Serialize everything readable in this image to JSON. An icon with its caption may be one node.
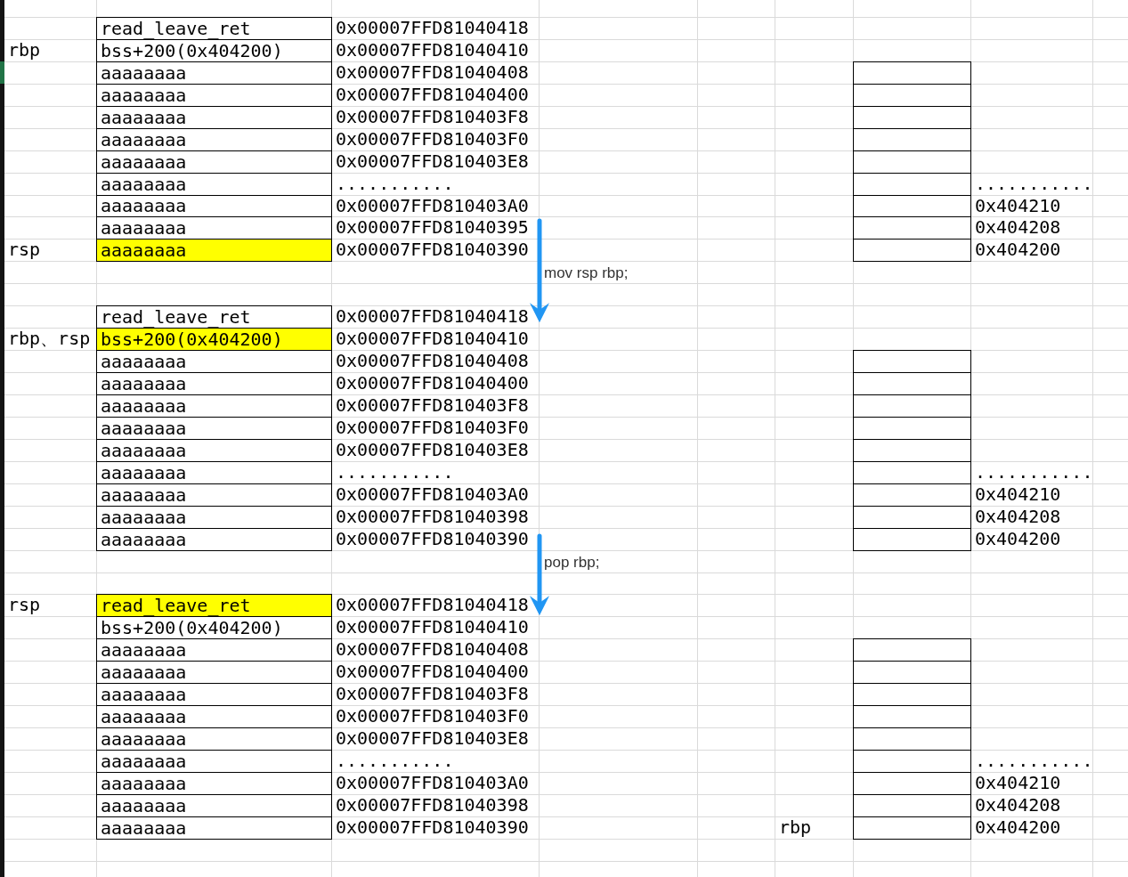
{
  "diagram": {
    "nodes": [
      {
        "text": [
          "read_leave_ret"
        ]
      },
      {
        "text": [
          "bss+200(0x404200)"
        ]
      },
      {
        "text": [
          "aaaaaaaa"
        ]
      },
      {
        "text": [],
        "shape": "box"
      },
      {
        "text": [
          "aaaaaaaa"
        ]
      },
      {
        "text": [],
        "shape": "box"
      },
      {
        "text": [
          "aaaaaaaa"
        ]
      },
      {
        "text": [],
        "shape": "box"
      },
      {
        "text": [
          "aaaaaaaa"
        ]
      },
      {
        "text": [],
        "shape": "box"
      },
      {
        "text": [
          "aaaaaaaa"
        ]
      },
      {
        "text": [],
        "shape": "box"
      },
      {
        "text": [
          "aaaaaaaa"
        ]
      },
      {
        "text": [],
        "shape": "box"
      },
      {
        "text": [
          "aaaaaaaa"
        ]
      },
      {
        "text": [],
        "shape": "box"
      },
      {
        "text": [
          "aaaaaaaa"
        ]
      },
      {
        "text": [
          "0x00007FFD81040395"
        ]
      },
      {
        "text": [],
        "shape": "box"
      },
      {
        "text": [
          "aaaaaaaa"
        ]
      },
      {
        "text": [],
        "shape": "box"
      },
      {
        "text": [
          "read_leave_ret"
        ]
      },
      {
        "text": [
          "0x00007FFD81040418"
        ]
      },
      {
        "text": [
          "bss+200(0x404200)"
        ]
      },
      {
        "text": [
          "aaaaaaaa"
        ]
      },
      {
        "text": [],
        "shape": "box"
      },
      {
        "text": [
          "aaaaaaaa"
        ]
      },
      {
        "text": [],
        "shape": "box"
      },
      {
        "text": [
          "aaaaaaaa"
        ]
      },
      {
        "text": [],
        "shape": "box"
      },
      {
        "text": [
          "aaaaaaaa"
        ]
      },
      {
        "text": [],
        "shape": "box"
      },
      {
        "text": [
          "aaaaaaaa"
        ]
      },
      {
        "text": [],
        "shape": "box"
      },
      {
        "text": [
          "aaaaaaaa"
        ]
      },
      {
        "text": [],
        "shape": "box"
      },
      {
        "text": [
          "aaaaaaaa"
        ]
      },
      {
        "text": [],
        "shape": "box"
      },
      {
        "text": [
          "aaaaaaaa"
        ]
      },
      {
        "text": [],
        "shape": "box"
      },
      {
        "text": [
          "aaaaaaaa"
        ]
      },
      {
        "text": [
          "0x00007FFD81040390"
        ]
      },
      {
        "text": [],
        "shape": "box"
      },
      {
        "text": [
          "read_leave_ret"
        ]
      },
      {
        "text": [
          "0x00007FFD81040418"
        ]
      },
      {
        "text": [
          "bss+200(0x404200)"
        ]
      },
      {
        "text": [
          "aaaaaaaa"
        ]
      },
      {
        "text": [],
        "shape": "box"
      },
      {
        "text": [
          "aaaaaaaa"
        ]
      },
      {
        "text": [],
        "shape": "box"
      },
      {
        "text": [
          "aaaaaaaa"
        ]
      },
      {
        "text": [],
        "shape": "box"
      },
      {
        "text": [
          "aaaaaaaa"
        ]
      },
      {
        "text": [],
        "shape": "box"
      },
      {
        "text": [
          "aaaaaaaa"
        ]
      },
      {
        "text": [],
        "shape": "box"
      },
      {
        "text": [
          "aaaaaaaa"
        ]
      },
      {
        "text": [],
        "shape": "box"
      },
      {
        "text": [
          "aaaaaaaa"
        ]
      },
      {
        "text": [],
        "shape": "box"
      },
      {
        "text": [
          "aaaaaaaa"
        ]
      },
      {
        "text": [],
        "shape": "box"
      },
      {
        "text": [
          "aaaaaaaa"
        ]
      },
      {
        "text": [],
        "shape": "box"
      }
    ],
    "edges": [
      {
        "from": 17,
        "to": 22,
        "arrow": "to",
        "label": "mov rsp rbp;"
      },
      {
        "from": 41,
        "to": 44,
        "arrow": "to",
        "label": "pop rbp;"
      }
    ],
    "labels": [
      "0x00007FFD81040418",
      "rbp",
      "0x00007FFD81040410",
      "0x00007FFD81040408",
      "0x00007FFD81040400",
      "0x00007FFD810403F8",
      "0x00007FFD810403F0",
      "0x00007FFD810403E8",
      "...........",
      "...........",
      "0x00007FFD810403A0",
      "0x404210",
      "0x404208",
      "rsp",
      "0x00007FFD81040390",
      "0x404200",
      "rbp、rsp",
      "0x00007FFD81040410",
      "0x00007FFD81040408",
      "0x00007FFD81040400",
      "0x00007FFD810403F8",
      "0x00007FFD810403F0",
      "0x00007FFD810403E8",
      "...........",
      "...........",
      "0x00007FFD810403A0",
      "0x404210",
      "0x00007FFD81040398",
      "0x404208",
      "0x404200",
      "rsp",
      "0x00007FFD81040410",
      "0x00007FFD81040408",
      "0x00007FFD81040400",
      "0x00007FFD810403F8",
      "0x00007FFD810403F0",
      "0x00007FFD810403E8",
      "...........",
      "...........",
      "0x00007FFD810403A0",
      "0x404210",
      "0x00007FFD81040398",
      "0x404208",
      "0x00007FFD81040390",
      "rbp",
      "0x404200"
    ]
  }
}
